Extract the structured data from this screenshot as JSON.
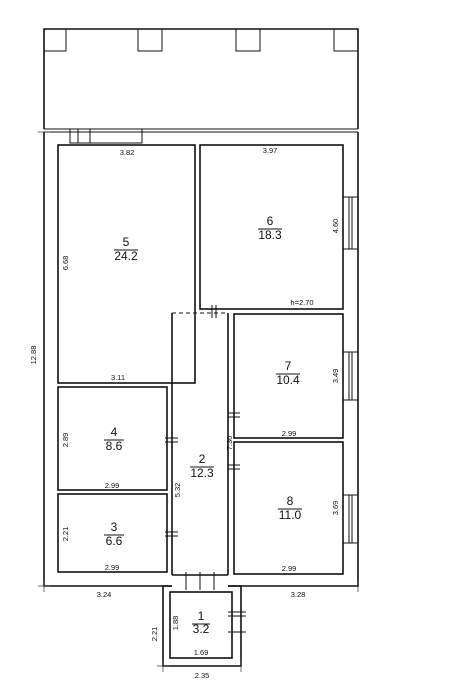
{
  "rooms": [
    {
      "id": "1",
      "number": "1",
      "area": "3.2"
    },
    {
      "id": "2",
      "number": "2",
      "area": "12.3"
    },
    {
      "id": "3",
      "number": "3",
      "area": "6.6"
    },
    {
      "id": "4",
      "number": "4",
      "area": "8.6"
    },
    {
      "id": "5",
      "number": "5",
      "area": "24.2"
    },
    {
      "id": "6",
      "number": "6",
      "area": "18.3"
    },
    {
      "id": "7",
      "number": "7",
      "area": "10.4"
    },
    {
      "id": "8",
      "number": "8",
      "area": "11.0"
    }
  ],
  "dimensions": {
    "room5_top": "3.82",
    "room5_side": "6.68",
    "room5_bottom": "3.11",
    "room6_top": "3.97",
    "room6_side": "4.60",
    "ceiling_height": "h=2.70",
    "room7_side": "3.49",
    "room7_bottom": "2.99",
    "room4_side": "2.89",
    "room4_bottom": "2.99",
    "corridor_side": "7.30",
    "corridor_length": "5.32",
    "room8_side": "3.69",
    "room8_bottom": "2.99",
    "room3_side": "2.21",
    "room3_bottom": "2.99",
    "overall_height": "12.88",
    "outer_bottom_left": "3.24",
    "outer_bottom_right": "3.28",
    "vestibule_side": "1.88",
    "vestibule_bottom": "1.69",
    "vestibule_outer_side": "2.21",
    "vestibule_outer_bottom": "2.35"
  }
}
